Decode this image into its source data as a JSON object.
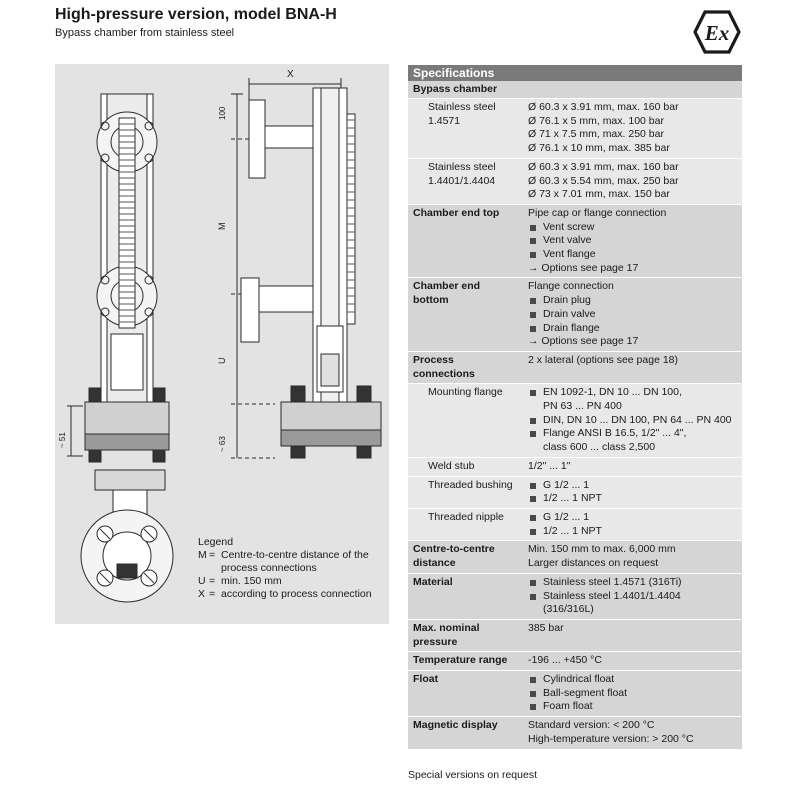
{
  "header": {
    "title": "High-pressure version, model BNA-H",
    "subtitle": "Bypass chamber from stainless steel",
    "ex_mark": "Ex"
  },
  "drawing": {
    "dim_x": "X",
    "dim_100": "100",
    "dim_m": "M",
    "dim_u": "U",
    "dim_63": "~ 63",
    "dim_51": "~ 51"
  },
  "legend": {
    "title": "Legend",
    "m_key": "M",
    "m_line1": "Centre-to-centre distance of the",
    "m_line2": "process connections",
    "u_key": "U",
    "u_text": "min. 150 mm",
    "x_key": "X",
    "x_text": "according to process connection"
  },
  "specs": {
    "header": "Specifications",
    "bypass_chamber": "Bypass chamber",
    "ss_1_label1": "Stainless steel",
    "ss_1_label2": "1.4571",
    "ss_1_values": [
      "Ø 60.3 x 3.91 mm, max. 160 bar",
      "Ø 76.1 x 5 mm, max. 100 bar",
      "Ø 71 x 7.5 mm, max. 250 bar",
      "Ø 76.1 x 10 mm, max. 385 bar"
    ],
    "ss_2_label1": "Stainless steel",
    "ss_2_label2": "1.4401/1.4404",
    "ss_2_values": [
      "Ø 60.3 x 3.91 mm, max. 160 bar",
      "Ø 60.3 x 5.54 mm, max. 250 bar",
      "Ø 73 x 7.01 mm, max. 150 bar"
    ],
    "end_top_label": "Chamber end top",
    "end_top_intro": "Pipe cap or flange connection",
    "end_top_items": [
      "Vent screw",
      "Vent valve",
      "Vent flange"
    ],
    "end_top_options": "→ Options see page 17",
    "end_bottom_label1": "Chamber end",
    "end_bottom_label2": "bottom",
    "end_bottom_intro": "Flange connection",
    "end_bottom_items": [
      "Drain plug",
      "Drain valve",
      "Drain flange"
    ],
    "end_bottom_options": "→ Options see page 17",
    "process_label1": "Process",
    "process_label2": "connections",
    "process_value": "2 x lateral (options see page 18)",
    "mounting_label": "Mounting flange",
    "mounting_b1_l1": "EN 1092-1, DN 10 ... DN 100,",
    "mounting_b1_l2": "PN 63 ... PN 400",
    "mounting_b2": "DIN, DN 10 ... DN 100, PN 64 ... PN 400",
    "mounting_b3_l1": "Flange ANSI B 16.5, 1/2\" ... 4\",",
    "mounting_b3_l2": "class 600 ... class 2,500",
    "weld_label": "Weld stub",
    "weld_value": "1/2\" ... 1\"",
    "bushing_label": "Threaded bushing",
    "bushing_items": [
      "G 1/2 ... 1",
      "1/2 ... 1 NPT"
    ],
    "nipple_label": "Threaded nipple",
    "nipple_items": [
      "G 1/2 ... 1",
      "1/2 ... 1 NPT"
    ],
    "ctc_label1": "Centre-to-centre",
    "ctc_label2": "distance",
    "ctc_line1": "Min. 150 mm to max. 6,000 mm",
    "ctc_line2": "Larger distances on request",
    "material_label": "Material",
    "material_b1": "Stainless steel 1.4571 (316Ti)",
    "material_b2_l1": "Stainless steel 1.4401/1.4404",
    "material_b2_l2": "(316/316L)",
    "pressure_label1": "Max. nominal",
    "pressure_label2": "pressure",
    "pressure_value": "385 bar",
    "temp_label": "Temperature range",
    "temp_value": "-196 ... +450 °C",
    "float_label": "Float",
    "float_items": [
      "Cylindrical float",
      "Ball-segment float",
      "Foam float"
    ],
    "magnetic_label": "Magnetic display",
    "magnetic_line1": "Standard version: < 200 °C",
    "magnetic_line2": "High-temperature version: > 200 °C"
  },
  "footnote": "Special versions on request"
}
